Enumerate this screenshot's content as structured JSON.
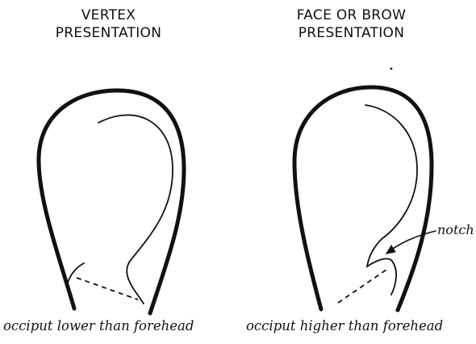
{
  "panels": [
    {
      "title_line1": "VERTEX",
      "title_line2": "PRESENTATION",
      "caption": "occiput lower than forehead"
    },
    {
      "title_line1": "FACE OR BROW",
      "title_line2": "PRESENTATION",
      "caption": "occiput higher than forehead",
      "notch_label": "notch"
    }
  ],
  "colors": {
    "ink": "#111111",
    "background": "#ffffff"
  }
}
